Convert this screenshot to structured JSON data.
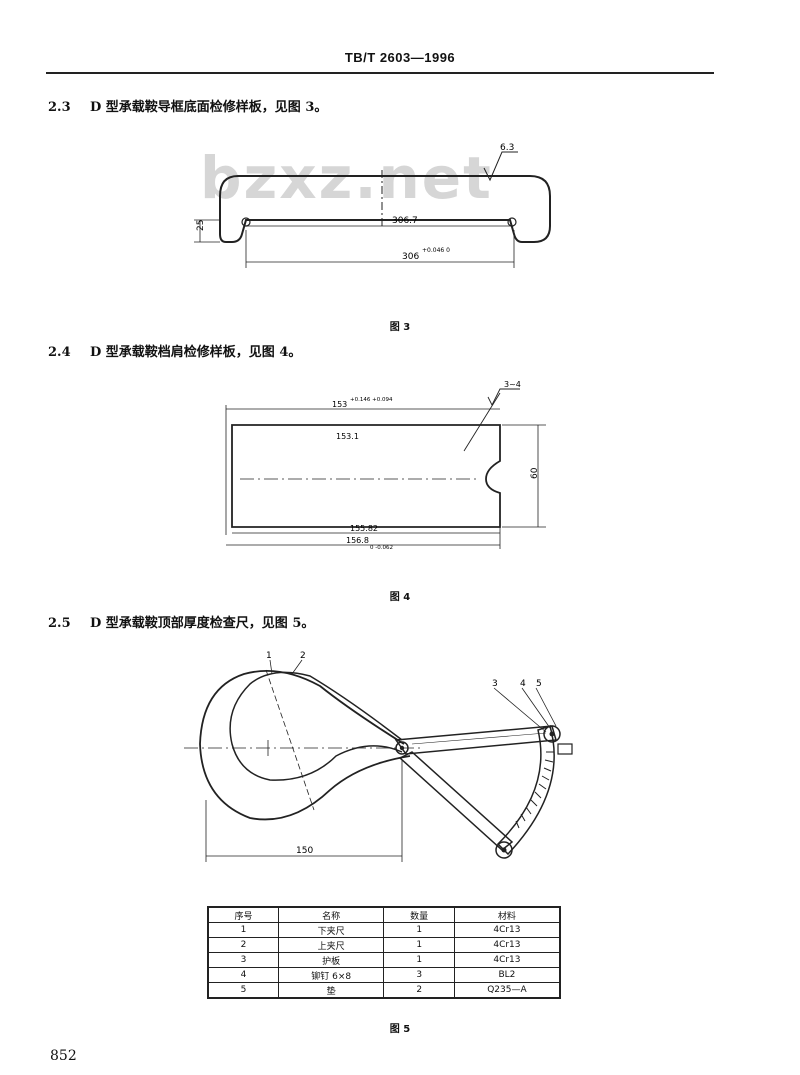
{
  "header": {
    "std_code": "TB/T 2603—1996"
  },
  "watermark": "bzxz.net",
  "sections": [
    {
      "num": "2.3",
      "text": "D 型承载鞍导框底面检修样板，见图 3。"
    },
    {
      "num": "2.4",
      "text": "D 型承载鞍档肩检修样板，见图 4。"
    },
    {
      "num": "2.5",
      "text": "D 型承载鞍顶部厚度检查尺，见图 5。"
    }
  ],
  "fig3": {
    "caption": "图 3",
    "dim_inner": "306.7",
    "dim_outer": "306",
    "dim_outer_tol": "+0.046 0",
    "dim_height": "25",
    "roughness": "6.3"
  },
  "fig4": {
    "caption": "图 4",
    "dim_top": "153",
    "dim_top_tol": "+0.146 +0.094",
    "dim_top_inner": "153.1",
    "dim_bottom_inner": "155.82",
    "dim_bottom": "156.8",
    "dim_bottom_tol": "0 -0.062",
    "dim_height": "60",
    "roughness": "3~4"
  },
  "fig5": {
    "caption": "图 5",
    "callouts": [
      "1",
      "2",
      "3",
      "4",
      "5"
    ],
    "dim_length": "150",
    "table": {
      "headers": [
        "序号",
        "名称",
        "数量",
        "材料"
      ],
      "rows": [
        [
          "1",
          "下夹尺",
          "1",
          "4Cr13"
        ],
        [
          "2",
          "上夹尺",
          "1",
          "4Cr13"
        ],
        [
          "3",
          "护板",
          "1",
          "4Cr13"
        ],
        [
          "4",
          "铆钉 6×8",
          "3",
          "BL2"
        ],
        [
          "5",
          "垫",
          "2",
          "Q235—A"
        ]
      ]
    }
  },
  "page_number": "852"
}
